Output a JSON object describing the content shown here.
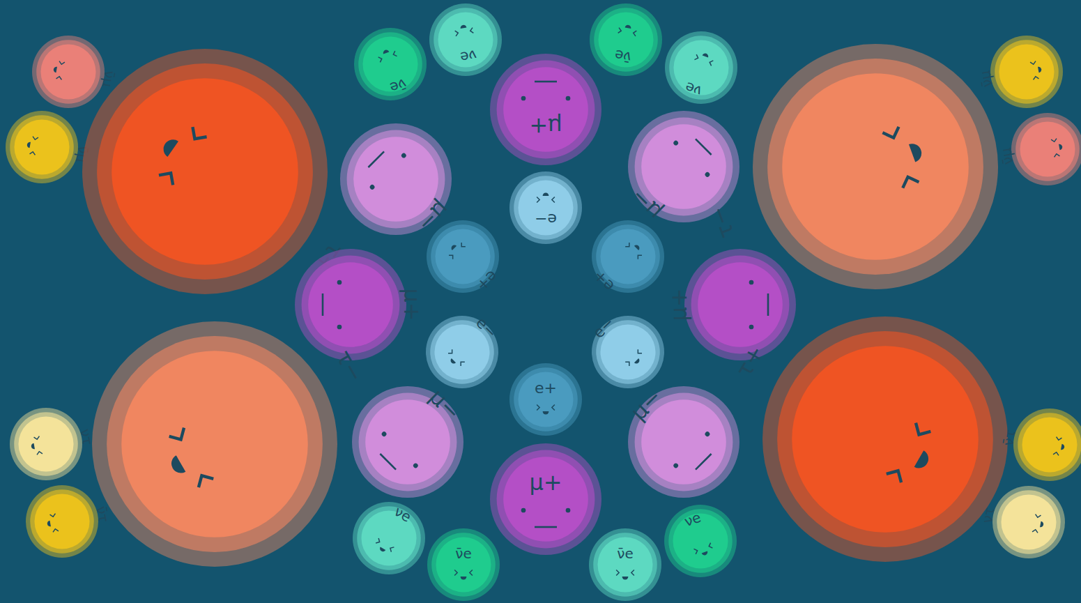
{
  "diagram": {
    "nodes": [
      {
        "text": [
          "ν̄μ"
        ]
      },
      {
        "text": [
          "ν̄e"
        ]
      },
      {
        "text": [
          "νe"
        ]
      },
      {
        "text": [
          "ν̄e"
        ]
      },
      {
        "text": [
          "νe"
        ]
      },
      {
        "text": [
          "ν̄μ"
        ]
      },
      {
        "text": [
          "μ+"
        ]
      },
      {
        "text": [
          "ν̄μ"
        ]
      },
      {
        "text": [
          "ν̄μ"
        ]
      },
      {
        "text": [
          "τ+"
        ]
      },
      {
        "text": [
          "μ−"
        ]
      },
      {
        "text": [
          "μ−"
        ]
      },
      {
        "text": [
          "τ−"
        ]
      },
      {
        "text": [
          "e−"
        ]
      },
      {
        "text": [
          "e+"
        ]
      },
      {
        "text": [
          "e+"
        ]
      },
      {
        "text": [
          "μ+"
        ]
      },
      {
        "text": [
          "μ+"
        ]
      },
      {
        "text": [
          "e−"
        ]
      },
      {
        "text": [
          "e−"
        ]
      },
      {
        "text": [
          "e+"
        ]
      },
      {
        "text": [
          "ντ"
        ]
      },
      {
        "text": [
          "τ−"
        ]
      },
      {
        "text": [
          "μ−"
        ]
      },
      {
        "text": [
          "μ−"
        ]
      },
      {
        "text": [
          "τ+"
        ]
      },
      {
        "text": [
          "ν̄τ"
        ]
      },
      {
        "text": [
          "μ+"
        ]
      },
      {
        "text": [
          "ν̄τ"
        ]
      },
      {
        "text": [
          "ντ"
        ]
      },
      {
        "text": [
          "νe"
        ]
      },
      {
        "text": [
          "ν̄e"
        ]
      },
      {
        "text": [
          "ν̄e"
        ]
      },
      {
        "text": [
          "νe"
        ]
      }
    ]
  }
}
